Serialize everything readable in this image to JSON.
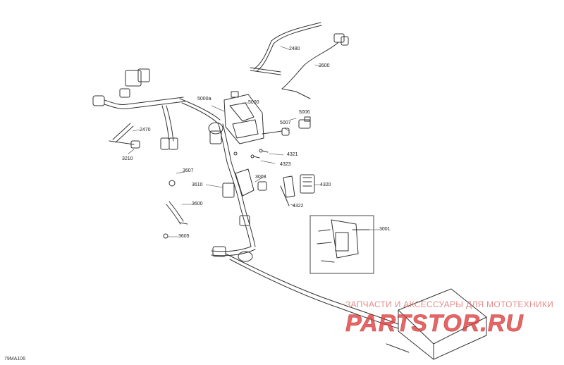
{
  "diagram": {
    "footer_code": "79MA106",
    "callouts": [
      {
        "id": "c2480",
        "text": "2480"
      },
      {
        "id": "c2600",
        "text": "2600"
      },
      {
        "id": "c2470",
        "text": "2470"
      },
      {
        "id": "c3210",
        "text": "3210"
      },
      {
        "id": "c5000a",
        "text": "5000a"
      },
      {
        "id": "c5000",
        "text": "5000"
      },
      {
        "id": "c5006",
        "text": "5006"
      },
      {
        "id": "c5007",
        "text": "5007"
      },
      {
        "id": "c4321",
        "text": "4321"
      },
      {
        "id": "c4323",
        "text": "4323"
      },
      {
        "id": "c3607",
        "text": "3607"
      },
      {
        "id": "c3610",
        "text": "3610"
      },
      {
        "id": "c3008",
        "text": "3008"
      },
      {
        "id": "c4320",
        "text": "4320"
      },
      {
        "id": "c4322",
        "text": "4322"
      },
      {
        "id": "c3600",
        "text": "3600"
      },
      {
        "id": "c3605",
        "text": "3605"
      },
      {
        "id": "c3001",
        "text": "3001"
      }
    ]
  },
  "watermark": {
    "tagline": "ЗАПЧАСТИ И АКСЕССУАРЫ ДЛЯ МОТОТЕХНИКИ",
    "logo_text": "PARTSTOR.RU",
    "color": "#e03a3a"
  }
}
